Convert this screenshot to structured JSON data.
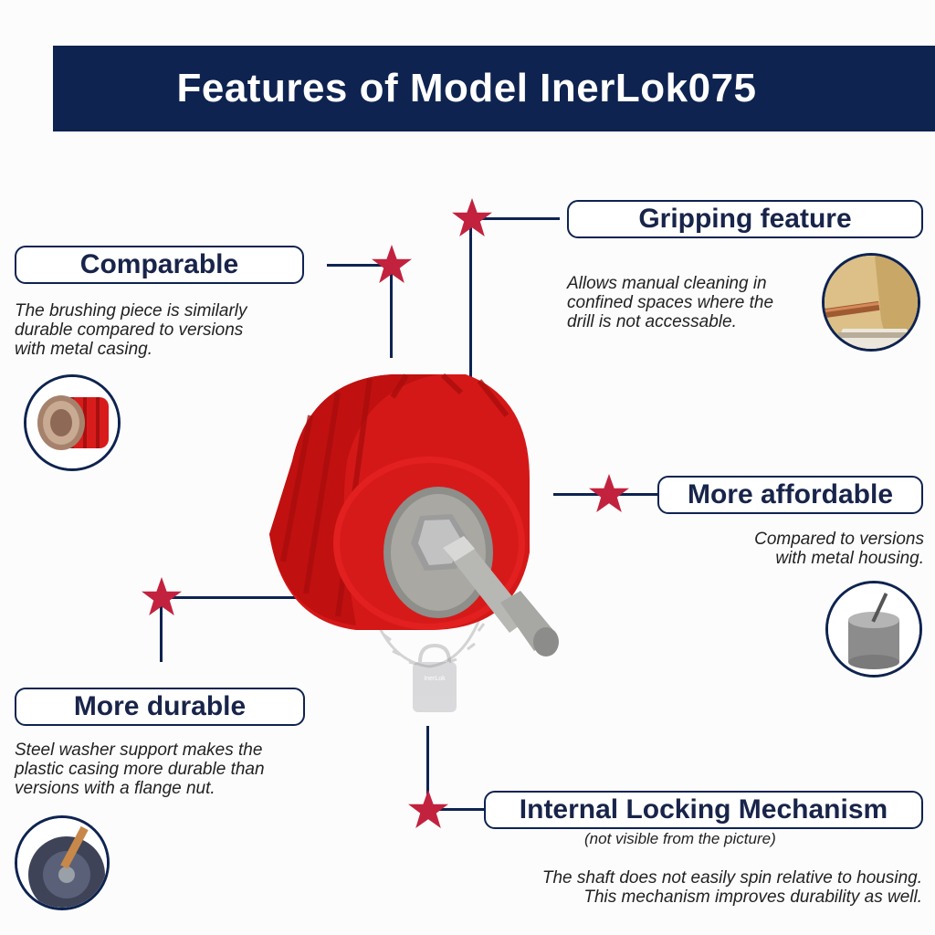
{
  "title": "Features of Model InerLok075",
  "colors": {
    "navy": "#0e2350",
    "star_red": "#c2223e",
    "casing_red": "#d41818"
  },
  "features": {
    "gripping": {
      "label": "Gripping feature",
      "description": [
        "Allows manual cleaning in",
        "confined spaces where the",
        "drill is not accessable."
      ]
    },
    "comparable": {
      "label": "Comparable",
      "description": [
        "The brushing piece is similarly",
        "durable compared to versions",
        "with metal casing."
      ]
    },
    "affordable": {
      "label": "More affordable",
      "description": [
        "Compared to versions",
        "with metal housing."
      ]
    },
    "durable": {
      "label": "More durable",
      "description": [
        "Steel washer support makes the",
        "plastic casing more durable than",
        "versions with a flange nut."
      ]
    },
    "locking": {
      "label": "Internal Locking Mechanism",
      "sublabel": "(not visible from the picture)",
      "description": [
        "The shaft does not easily spin relative to housing.",
        "This mechanism improves durability as well."
      ]
    }
  },
  "padlock_text": "InerLok"
}
